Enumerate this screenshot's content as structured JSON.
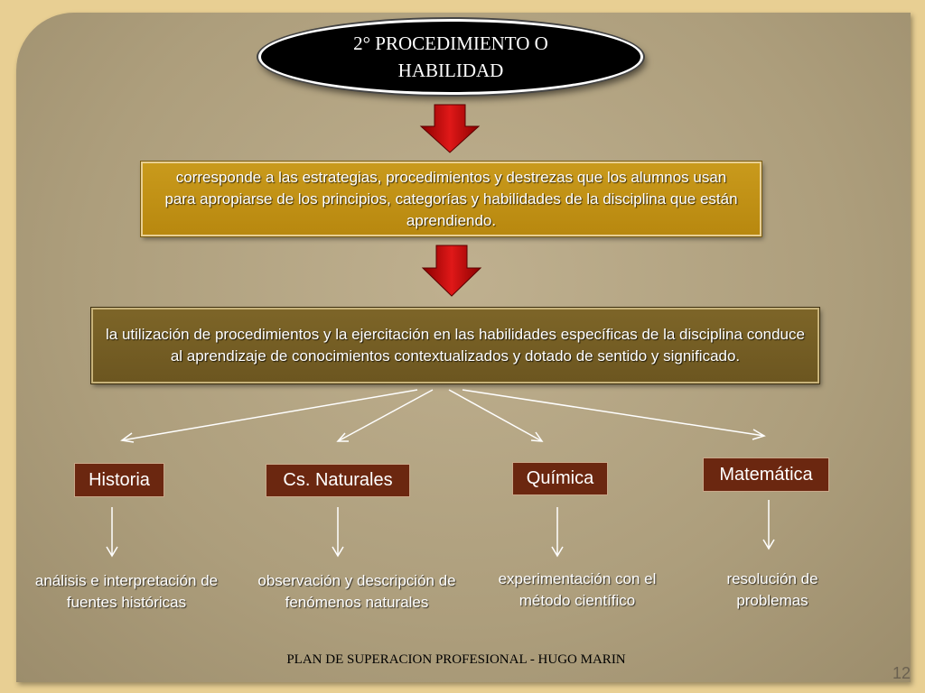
{
  "title": {
    "line1": "2° PROCEDIMIENTO  O",
    "line2": "HABILIDAD"
  },
  "box1": {
    "text": "corresponde a las estrategias, procedimientos  y destrezas que los alumnos usan para apropiarse de los principios, categorías y habilidades de la disciplina que están aprendiendo."
  },
  "box2": {
    "text": "la utilización de procedimientos y la ejercitación en las habilidades específicas de la disciplina conduce al aprendizaje de conocimientos contextualizados y dotado de sentido y significado."
  },
  "categories": [
    {
      "label": "Historia",
      "description": "análisis e interpretación de fuentes  históricas"
    },
    {
      "label": "Cs. Naturales",
      "description": "observación y descripción de fenómenos naturales"
    },
    {
      "label": "Química",
      "description": "experimentación  con el método científico"
    },
    {
      "label": "Matemática",
      "description": "resolución de problemas"
    }
  ],
  "footer": "PLAN DE SUPERACION PROFESIONAL - HUGO MARIN",
  "page_number": "12",
  "colors": {
    "background": "#e8cf93",
    "panel": "#ad9e7c",
    "box1": "#c0901a",
    "box2": "#735c24",
    "label": "#6b2710",
    "arrow_red": "#d01010"
  }
}
